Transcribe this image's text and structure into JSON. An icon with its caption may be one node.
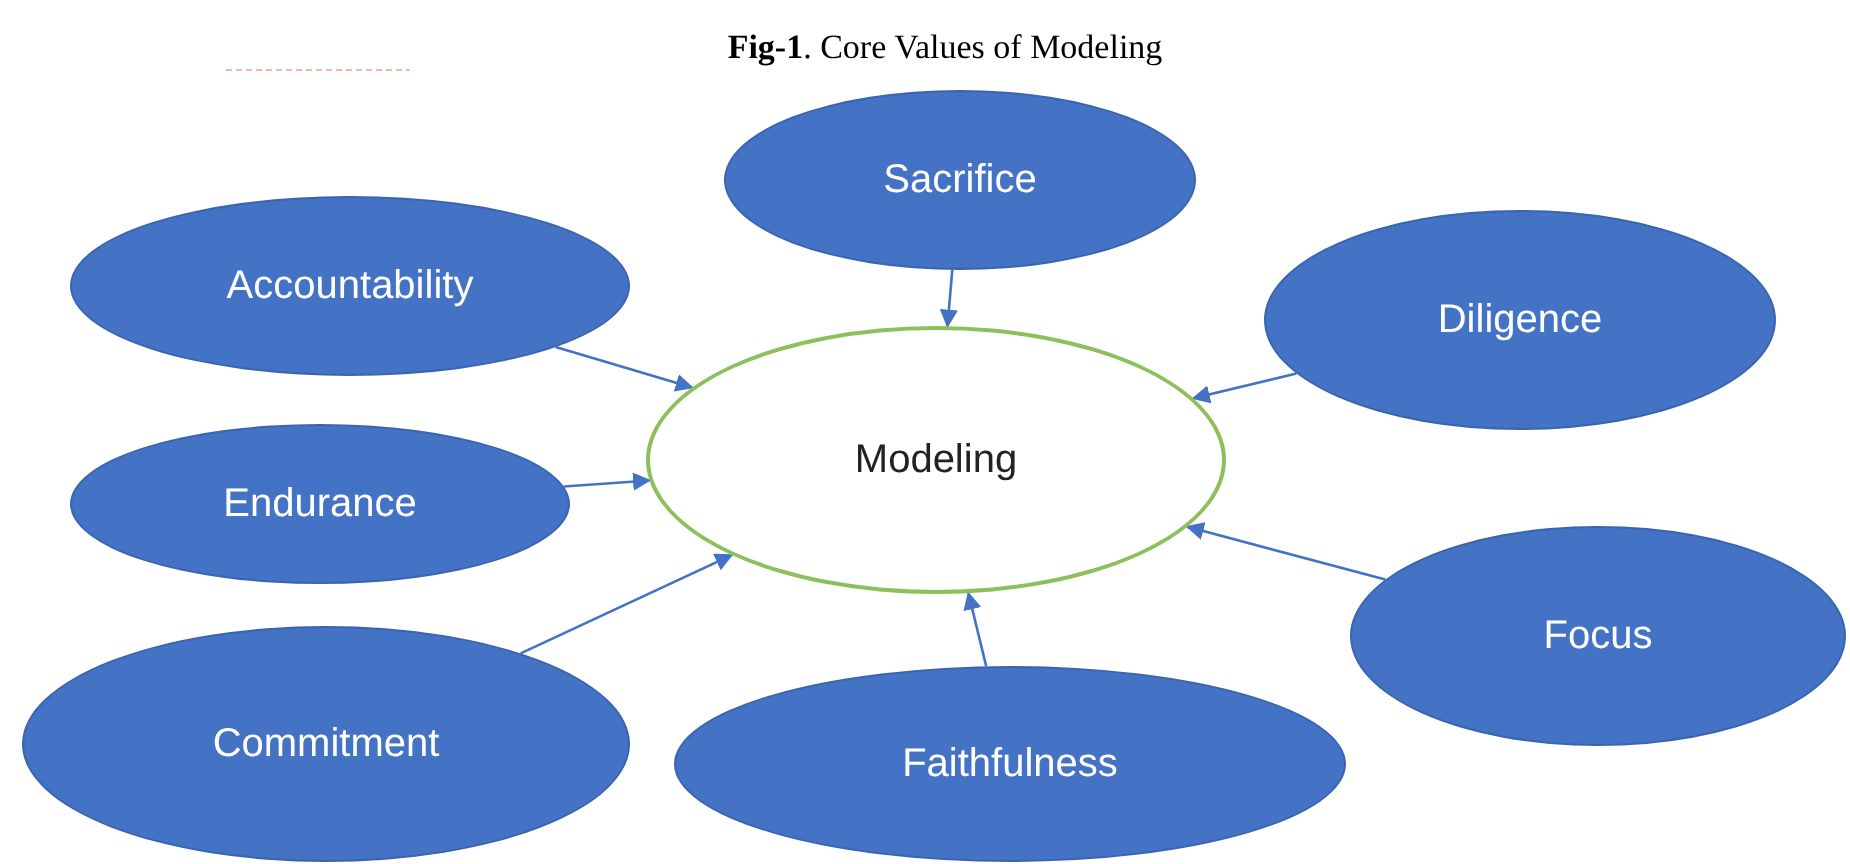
{
  "diagram": {
    "title": "**Fig-1**. Core Values of Modeling",
    "nodes": [
      {
        "text": [
          "Sacrifice"
        ]
      },
      {
        "text": [
          "Accountability"
        ]
      },
      {
        "text": [
          "Diligence"
        ]
      },
      {
        "text": [
          "Modeling"
        ]
      },
      {
        "text": [
          "Endurance"
        ]
      },
      {
        "text": [
          "Focus"
        ]
      },
      {
        "text": [
          "Commitment"
        ]
      },
      {
        "text": [
          "Faithfulness"
        ]
      }
    ],
    "edges": [
      {
        "from": 0,
        "to": 3,
        "arrow": "to"
      },
      {
        "from": 1,
        "to": 3,
        "arrow": "to"
      },
      {
        "from": 2,
        "to": 3,
        "arrow": "to"
      },
      {
        "from": 4,
        "to": 3,
        "arrow": "to"
      },
      {
        "from": 5,
        "to": 3,
        "arrow": "to"
      },
      {
        "from": 6,
        "to": 3,
        "arrow": "to"
      },
      {
        "from": 7,
        "to": 3,
        "arrow": "to"
      }
    ]
  }
}
